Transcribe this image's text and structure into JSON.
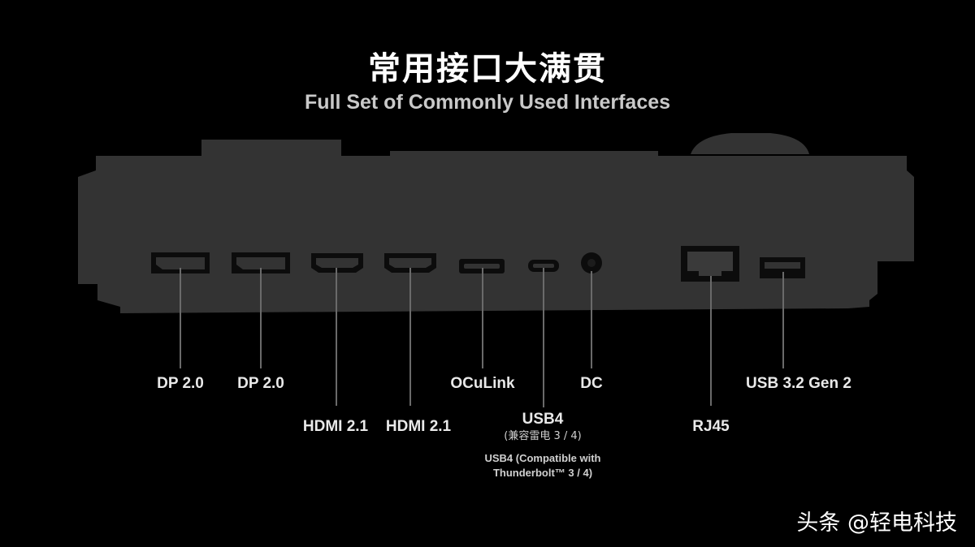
{
  "header": {
    "title": "常用接口大满贯",
    "subtitle": "Full Set of Commonly Used Interfaces"
  },
  "ports": [
    {
      "id": "dp1",
      "label": "DP 2.0"
    },
    {
      "id": "dp2",
      "label": "DP 2.0"
    },
    {
      "id": "hdmi1",
      "label": "HDMI 2.1"
    },
    {
      "id": "hdmi2",
      "label": "HDMI 2.1"
    },
    {
      "id": "oculink",
      "label": "OCuLink"
    },
    {
      "id": "usb4",
      "label": "USB4",
      "note_cn": "(兼容雷电 3 / 4)",
      "note_en_line1": "USB4 (Compatible with",
      "note_en_line2": "Thunderbolt™ 3 / 4)"
    },
    {
      "id": "dc",
      "label": "DC"
    },
    {
      "id": "rj45",
      "label": "RJ45"
    },
    {
      "id": "usb32",
      "label": "USB 3.2 Gen 2"
    }
  ],
  "watermark": "头条 @轻电科技",
  "colors": {
    "background": "#000000",
    "device": "#333333",
    "port": "#111111",
    "leader": "#6a6a6a"
  }
}
